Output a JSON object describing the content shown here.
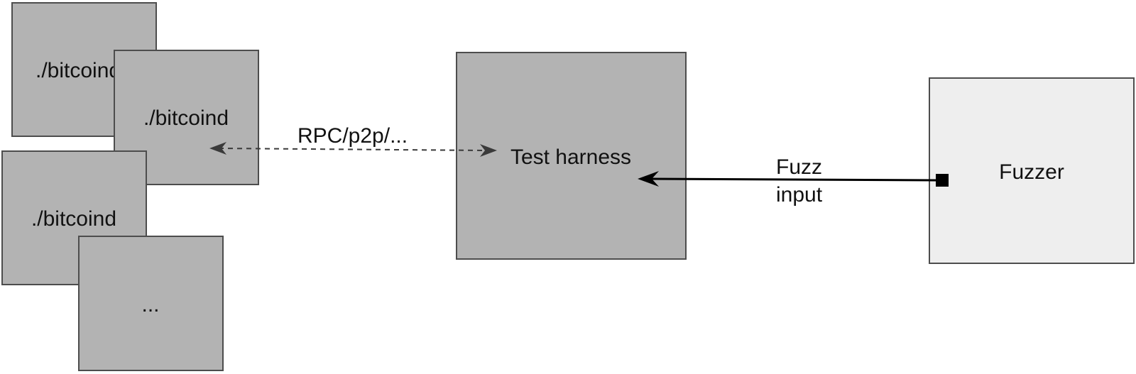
{
  "nodes": {
    "bitcoind_1": "./bitcoind",
    "bitcoind_2": "./bitcoind",
    "bitcoind_3": "./bitcoind",
    "more": "...",
    "harness": "Test harness",
    "fuzzer": "Fuzzer"
  },
  "edges": {
    "rpc": "RPC/p2p/...",
    "fuzz_line1": "Fuzz",
    "fuzz_line2": "input"
  },
  "colors": {
    "node_fill": "#b3b3b3",
    "fuzzer_fill": "#eeeeee",
    "border": "#4d4d4d"
  }
}
